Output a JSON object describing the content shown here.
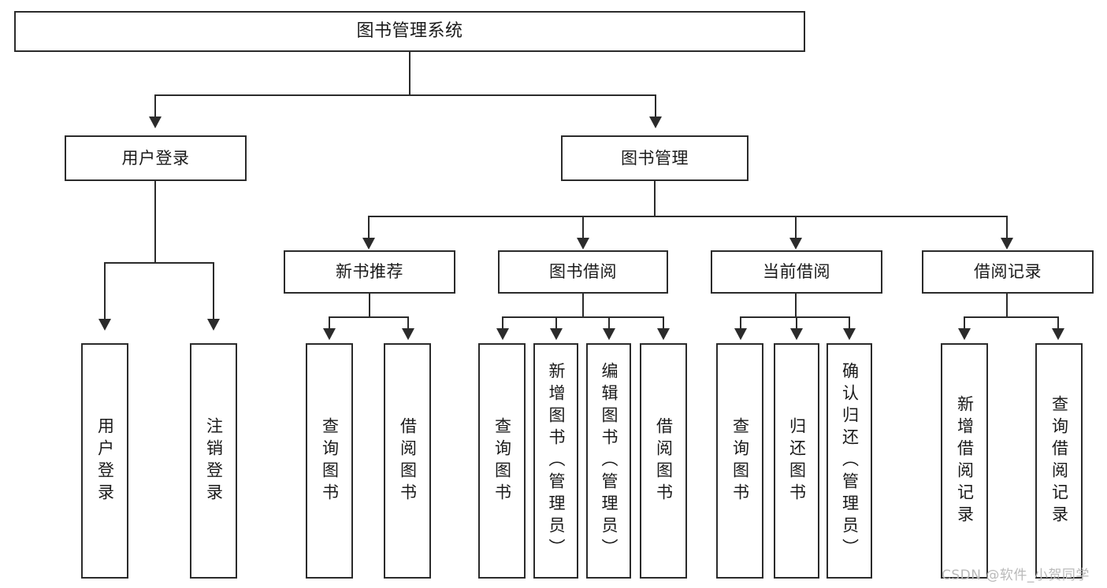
{
  "diagram": {
    "title": "图书管理系统",
    "type": "hierarchy-tree",
    "root": {
      "label": "图书管理系统"
    },
    "level1": [
      {
        "label": "用户登录"
      },
      {
        "label": "图书管理"
      }
    ],
    "level2": [
      {
        "label": "新书推荐"
      },
      {
        "label": "图书借阅"
      },
      {
        "label": "当前借阅"
      },
      {
        "label": "借阅记录"
      }
    ],
    "leaves": {
      "user_login": [
        {
          "label": "用户登录"
        },
        {
          "label": "注销登录"
        }
      ],
      "new_book_recommend": [
        {
          "label": "查询图书"
        },
        {
          "label": "借阅图书"
        }
      ],
      "book_borrow": [
        {
          "label": "查询图书"
        },
        {
          "label": "新增图书（管理员）"
        },
        {
          "label": "编辑图书（管理员）"
        },
        {
          "label": "借阅图书"
        }
      ],
      "current_borrow": [
        {
          "label": "查询图书"
        },
        {
          "label": "归还图书"
        },
        {
          "label": "确认归还（管理员）"
        }
      ],
      "borrow_record": [
        {
          "label": "新增借阅记录"
        },
        {
          "label": "查询借阅记录"
        }
      ]
    }
  },
  "watermark": {
    "text": "CSDN @软件_小贺同学"
  },
  "colors": {
    "stroke": "#2b2b2b",
    "text": "#1a1a1a",
    "background": "#ffffff",
    "watermark": "#b9b9b9"
  }
}
